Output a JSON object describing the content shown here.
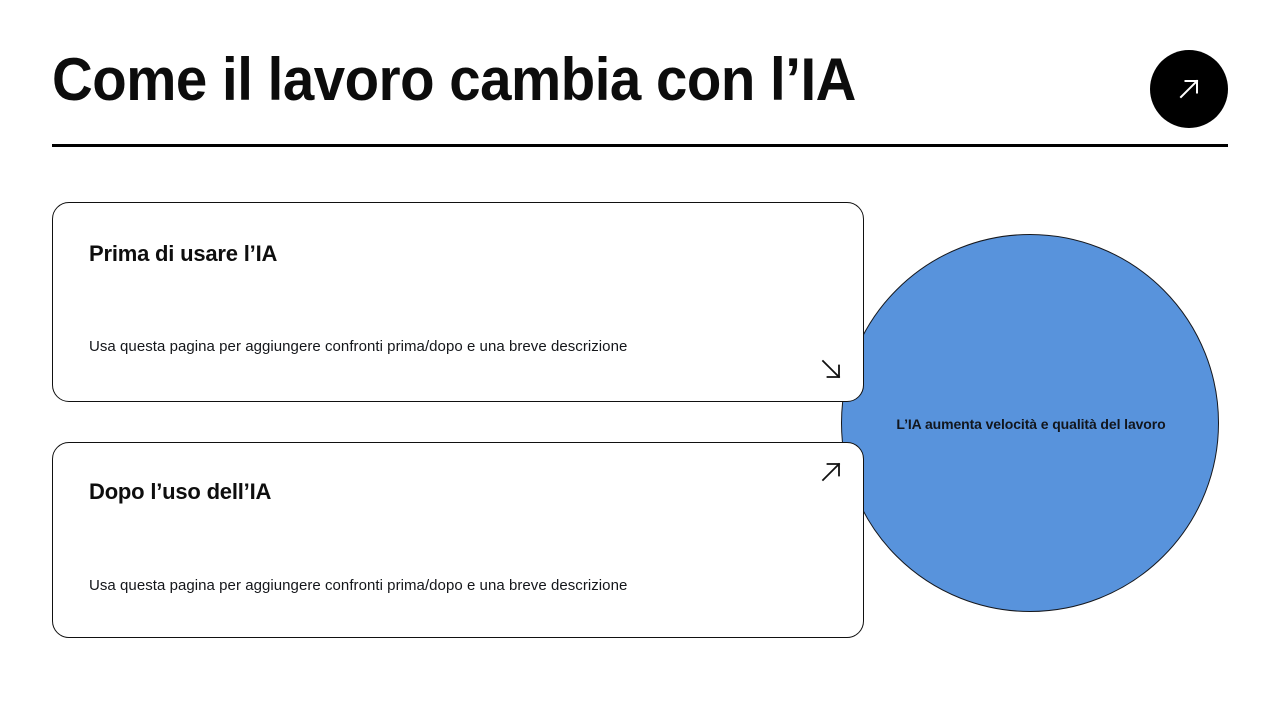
{
  "header": {
    "title": "Come il lavoro cambia con l’IA",
    "badge_icon": "arrow-up-right-icon",
    "badge_bg": "#000000",
    "rule_color": "#000000"
  },
  "accent_circle": {
    "label": "L’IA aumenta velocità e qualità del lavoro",
    "fill": "#5893dc",
    "stroke": "#16181d",
    "text_color": "#12161d"
  },
  "cards": [
    {
      "id": "before",
      "heading": "Prima di usare l’IA",
      "body": "Usa questa pagina per aggiungere confronti prima/dopo e una breve descrizione",
      "arrow_icon": "arrow-down-right-icon",
      "border_color": "#111111"
    },
    {
      "id": "after",
      "heading": "Dopo l’uso dell’IA",
      "body": "Usa questa pagina per aggiungere confronti prima/dopo e una breve descrizione",
      "arrow_icon": "arrow-up-right-icon",
      "border_color": "#111111"
    }
  ],
  "theme": {
    "background": "#ffffff",
    "ink": "#0c0c0c",
    "accent": "#5893dc"
  }
}
